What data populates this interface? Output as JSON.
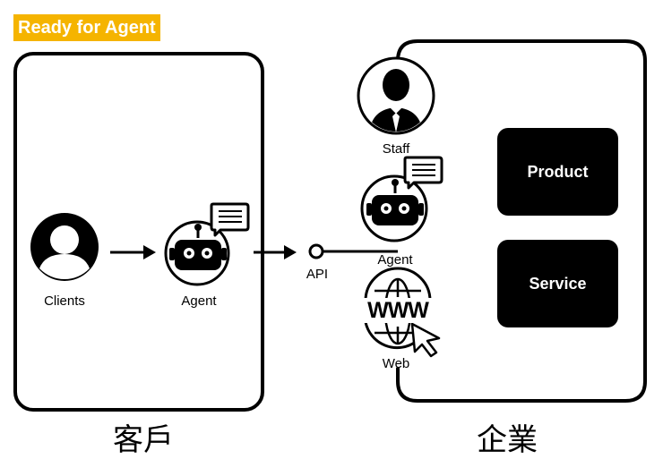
{
  "badge": "Ready for Agent",
  "customer": {
    "title": "客戶",
    "clients_label": "Clients",
    "agent_label": "Agent"
  },
  "connector": {
    "api_label": "API"
  },
  "enterprise": {
    "title": "企業",
    "staff_label": "Staff",
    "agent_label": "Agent",
    "web_label": "Web",
    "www_text": "WWW",
    "product_label": "Product",
    "service_label": "Service"
  },
  "colors": {
    "badge_bg": "#f5b400",
    "ink": "#000000",
    "paper": "#ffffff"
  }
}
